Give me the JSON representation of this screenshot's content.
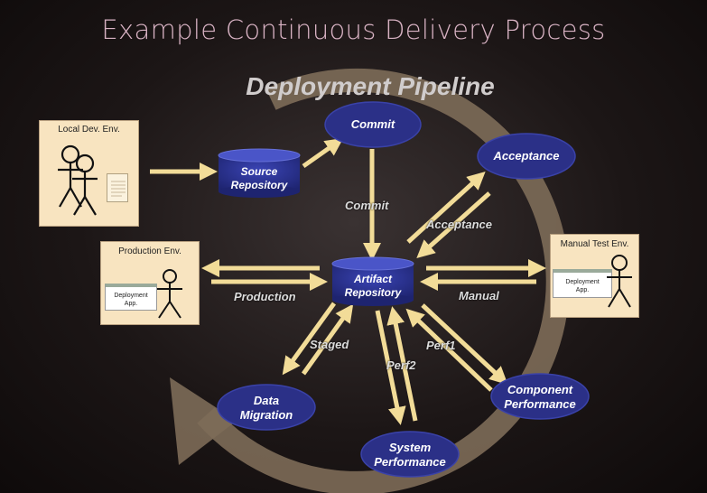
{
  "title": "Example Continuous Delivery Process",
  "subtitle": "Deployment Pipeline",
  "environments": {
    "local": {
      "label": "Local Dev. Env."
    },
    "production": {
      "label": "Production Env.",
      "app": "Deployment App."
    },
    "manual_test": {
      "label": "Manual Test Env.",
      "app": "Deployment App."
    }
  },
  "repositories": {
    "source": {
      "line1": "Source",
      "line2": "Repository"
    },
    "artifact": {
      "line1": "Artifact",
      "line2": "Repository"
    }
  },
  "stages": {
    "commit": {
      "label": "Commit"
    },
    "acceptance": {
      "label": "Acceptance"
    },
    "data_migration": {
      "line1": "Data",
      "line2": "Migration"
    },
    "system_performance": {
      "line1": "System",
      "line2": "Performance"
    },
    "component_performance": {
      "line1": "Component",
      "line2": "Performance"
    }
  },
  "arrow_labels": {
    "commit": "Commit",
    "acceptance": "Acceptance",
    "production": "Production",
    "manual": "Manual",
    "staged": "Staged",
    "perf1": "Perf1",
    "perf2": "Perf2"
  },
  "colors": {
    "title": "#d9b3c4",
    "stage_fill": "#2b3087",
    "arrow": "#f2dc98",
    "cycle": "#8a7662",
    "env_box": "#f8e4c0"
  }
}
